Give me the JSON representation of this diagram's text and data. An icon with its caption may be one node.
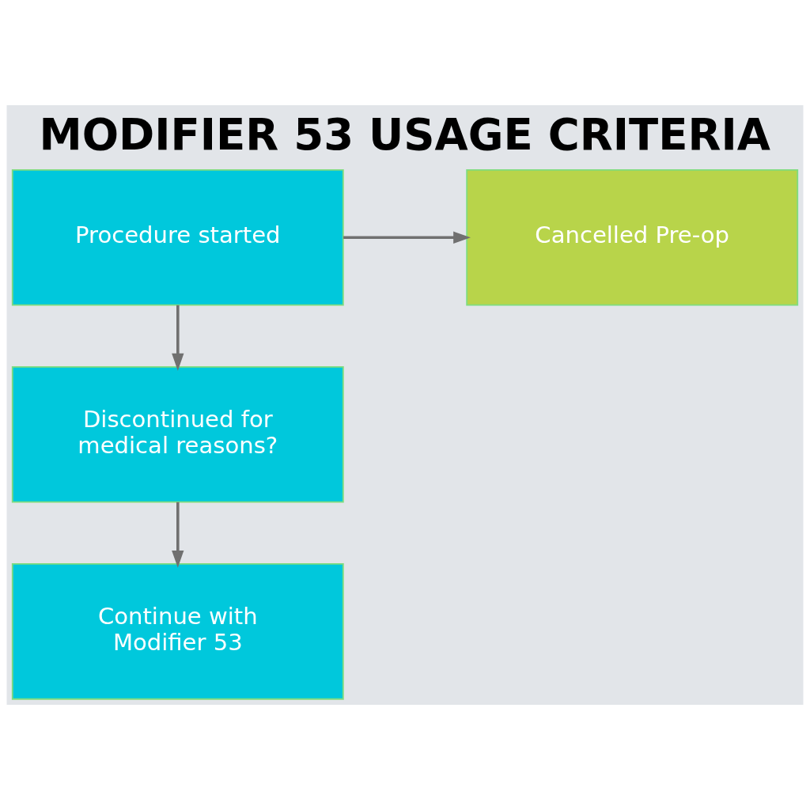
{
  "diagram": {
    "title": "MODIFIER 53 USAGE CRITERIA",
    "nodes": [
      {
        "text": [
          "Procedure started"
        ]
      },
      {
        "text": [
          "Cancelled Pre-op"
        ]
      },
      {
        "text": [
          "Discontinued for medical reasons?"
        ]
      },
      {
        "text": [
          "Continue with Modifier 53"
        ]
      }
    ],
    "edges": [
      {
        "from": 0,
        "to": 1,
        "arrow": "to"
      },
      {
        "from": 0,
        "to": 2,
        "arrow": "to"
      },
      {
        "from": 2,
        "to": 3,
        "arrow": "to"
      }
    ]
  }
}
